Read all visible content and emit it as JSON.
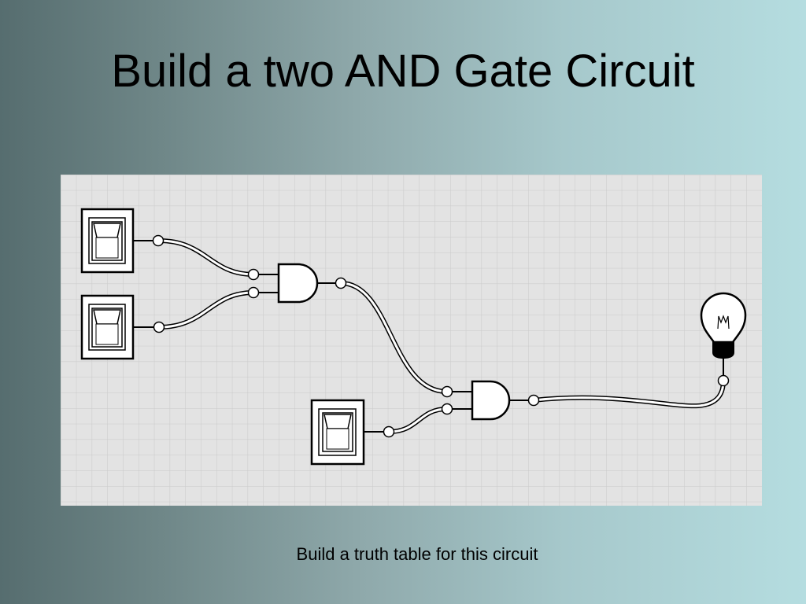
{
  "slide": {
    "title": "Build a two AND Gate Circuit",
    "caption": "Build a truth table for this circuit"
  },
  "diagram": {
    "grid_color": "#c9c9c9",
    "background_color": "#e3e3e3",
    "wire_color": "#000000",
    "components": [
      {
        "type": "switch",
        "icon": "toggle-switch-icon"
      },
      {
        "type": "switch",
        "icon": "toggle-switch-icon"
      },
      {
        "type": "and-gate",
        "icon": "and-gate-icon"
      },
      {
        "type": "switch",
        "icon": "toggle-switch-icon"
      },
      {
        "type": "and-gate",
        "icon": "and-gate-icon"
      },
      {
        "type": "light-bulb",
        "icon": "light-bulb-icon"
      }
    ]
  }
}
